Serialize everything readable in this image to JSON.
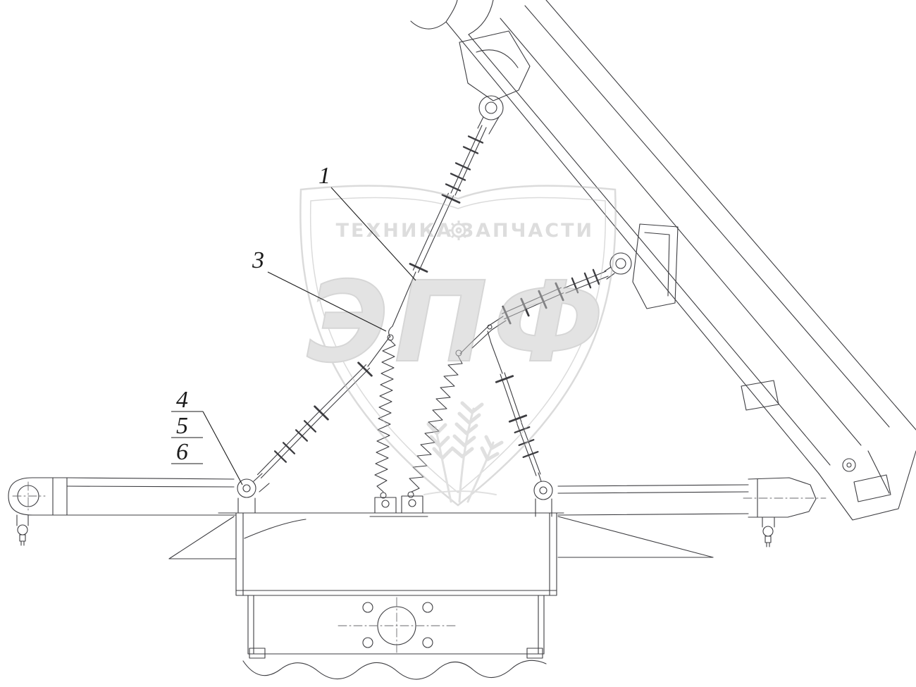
{
  "watermark": {
    "brand": "ЭПФ",
    "tagline_left": "ТЕХНИКА",
    "tagline_right": "ЗАПЧАСТИ"
  },
  "callouts": [
    {
      "label": "1"
    },
    {
      "label": "3"
    },
    {
      "label": "4"
    },
    {
      "label": "5"
    },
    {
      "label": "6"
    }
  ],
  "colors": {
    "line": "#3c3c40",
    "watermark": "#c6c6c6",
    "background": "#ffffff"
  }
}
